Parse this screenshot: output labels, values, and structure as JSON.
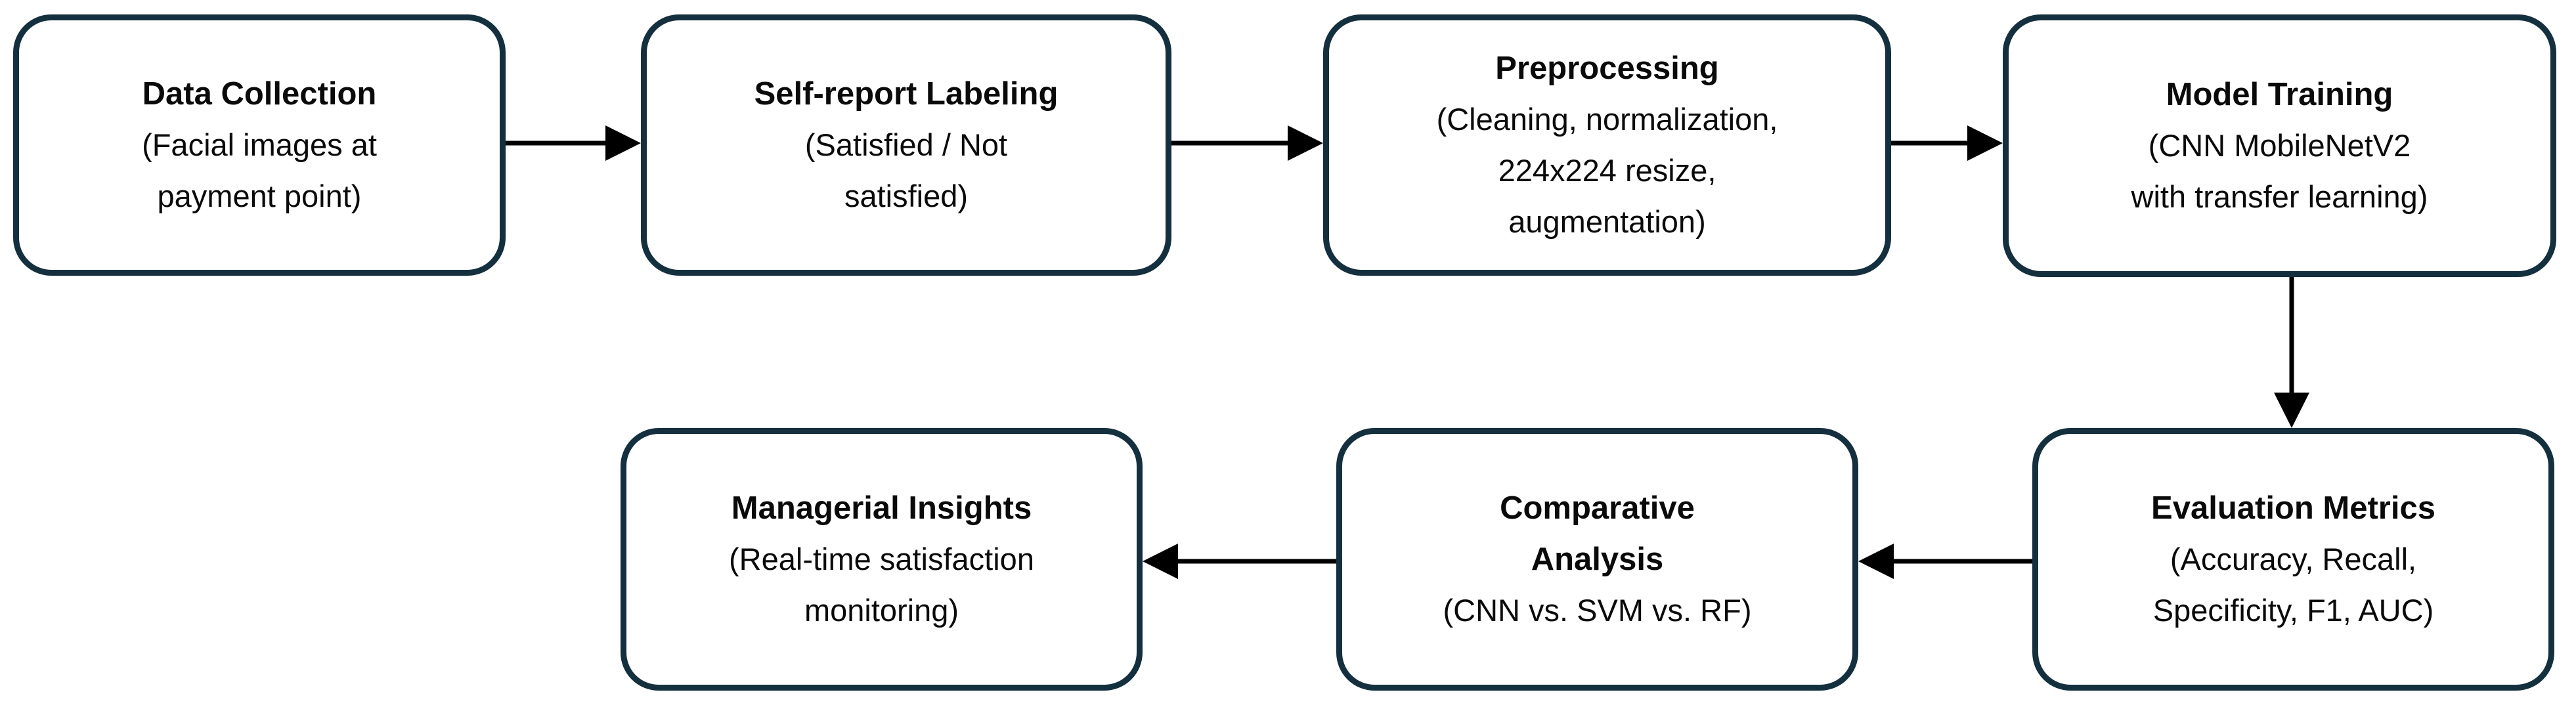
{
  "diagram": {
    "type": "flowchart",
    "colors": {
      "box_border": "#14303f",
      "box_fill": "#ffffff",
      "arrow": "#000000",
      "text": "#0a0a0a",
      "background": "#ffffff"
    },
    "nodes": [
      {
        "id": "data-collection",
        "title": "Data Collection",
        "subtitle": "(Facial images at\npayment point)"
      },
      {
        "id": "self-report-labeling",
        "title": "Self-report Labeling",
        "subtitle": "(Satisfied / Not\nsatisfied)"
      },
      {
        "id": "preprocessing",
        "title": "Preprocessing",
        "subtitle": "(Cleaning, normalization,\n224x224 resize,\naugmentation)"
      },
      {
        "id": "model-training",
        "title": "Model Training",
        "subtitle": "(CNN MobileNetV2\nwith transfer learning)"
      },
      {
        "id": "evaluation-metrics",
        "title": "Evaluation Metrics",
        "subtitle": "(Accuracy, Recall,\nSpecificity, F1, AUC)"
      },
      {
        "id": "comparative-analysis",
        "title": "Comparative\nAnalysis",
        "subtitle": "(CNN vs. SVM vs. RF)"
      },
      {
        "id": "managerial-insights",
        "title": "Managerial Insights",
        "subtitle": "(Real-time satisfaction\nmonitoring)"
      }
    ],
    "edges": [
      {
        "from": "data-collection",
        "to": "self-report-labeling",
        "direction": "right"
      },
      {
        "from": "self-report-labeling",
        "to": "preprocessing",
        "direction": "right"
      },
      {
        "from": "preprocessing",
        "to": "model-training",
        "direction": "right"
      },
      {
        "from": "model-training",
        "to": "evaluation-metrics",
        "direction": "down"
      },
      {
        "from": "evaluation-metrics",
        "to": "comparative-analysis",
        "direction": "left"
      },
      {
        "from": "comparative-analysis",
        "to": "managerial-insights",
        "direction": "left"
      }
    ]
  }
}
